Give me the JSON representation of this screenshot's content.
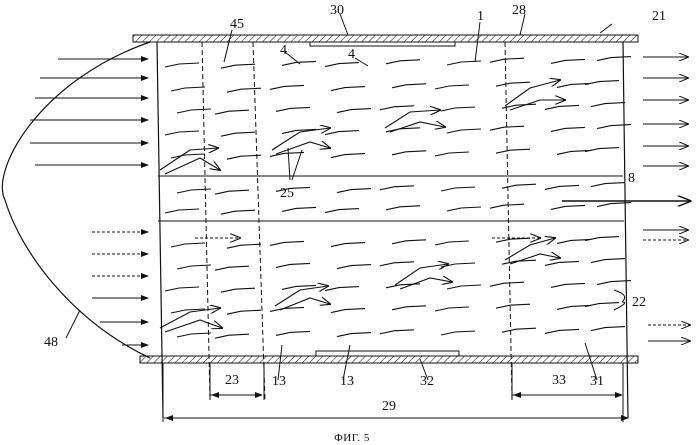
{
  "figure": {
    "caption": "ФИГ. 5",
    "labels": {
      "l21": "21",
      "l30": "30",
      "l28": "28",
      "l45": "45",
      "l1": "1",
      "l4a": "4",
      "l4b": "4",
      "l25": "25",
      "l8": "8",
      "l22": "22",
      "l48": "48",
      "l13a": "13",
      "l13b": "13",
      "l32": "32",
      "l31": "31",
      "l23": "23",
      "l33": "33",
      "l29": "29"
    }
  }
}
